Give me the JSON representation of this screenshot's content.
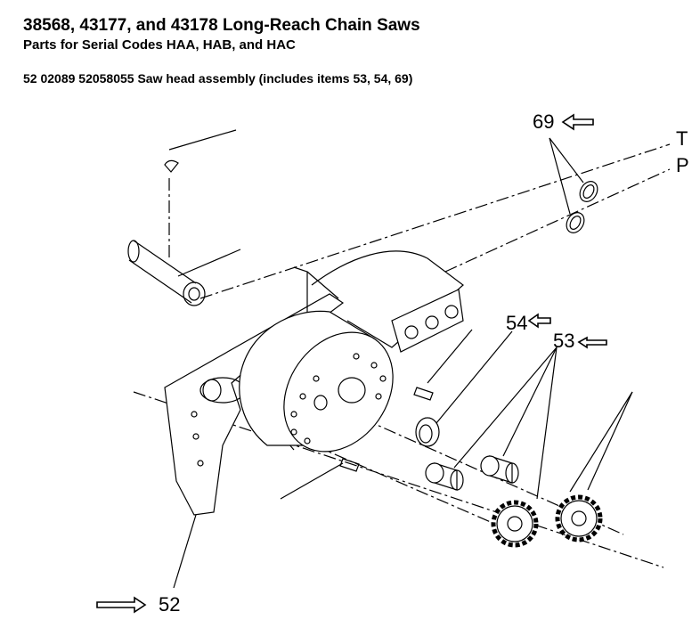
{
  "header": {
    "title": "38568, 43177, and 43178 Long-Reach Chain Saws",
    "subtitle": "Parts for Serial Codes HAA, HAB, and HAC",
    "part_line": "52 02089 52058055 Saw head assembly (includes items 53, 54, 69)"
  },
  "diagram": {
    "callouts": {
      "item_69": "69",
      "item_54": "54",
      "item_53": "53",
      "item_52": "52",
      "axis_t": "T",
      "axis_p": "P"
    }
  }
}
